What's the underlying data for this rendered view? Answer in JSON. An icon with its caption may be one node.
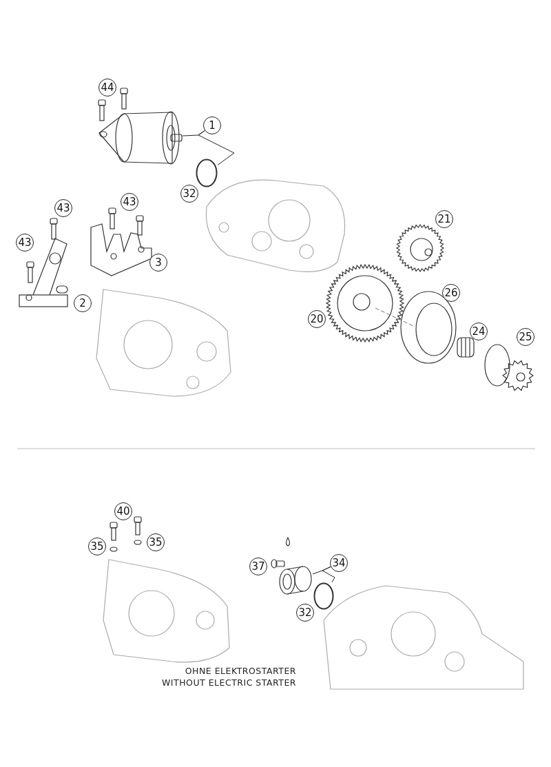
{
  "diagram": {
    "nodes": [
      {
        "text": [
          "44"
        ]
      },
      {
        "text": [
          "1"
        ]
      },
      {
        "text": [],
        "shape": "picture"
      },
      {
        "text": [],
        "shape": "circle"
      },
      {
        "text": [
          "32"
        ]
      },
      {
        "text": [
          "43"
        ]
      },
      {
        "text": [
          "43"
        ]
      },
      {
        "text": [
          "21"
        ]
      },
      {
        "text": [
          "43"
        ]
      },
      {
        "text": [
          "3"
        ]
      },
      {
        "text": [
          "2"
        ]
      },
      {
        "text": [
          "20"
        ]
      },
      {
        "text": [
          "26"
        ]
      },
      {
        "text": [
          "24"
        ]
      },
      {
        "text": [
          "25"
        ]
      },
      {
        "text": [
          "40"
        ]
      },
      {
        "text": [
          "35"
        ]
      },
      {
        "text": [
          "35"
        ]
      },
      {
        "text": [
          "37"
        ]
      },
      {
        "text": [
          "34"
        ]
      },
      {
        "text": [],
        "shape": "picture"
      },
      {
        "text": [],
        "shape": "circle"
      },
      {
        "text": [
          "32"
        ]
      }
    ],
    "edges": [
      {
        "from": 1,
        "to": 2,
        "arrow": "none"
      },
      {
        "from": 1,
        "to": 3,
        "arrow": "none"
      },
      {
        "from": 19,
        "to": 20,
        "arrow": "none"
      },
      {
        "from": 19,
        "to": 21,
        "arrow": "none"
      }
    ],
    "labels": [
      "OHNE ELEKTROSTARTER",
      "WITHOUT ELECTRIC STARTER"
    ]
  }
}
